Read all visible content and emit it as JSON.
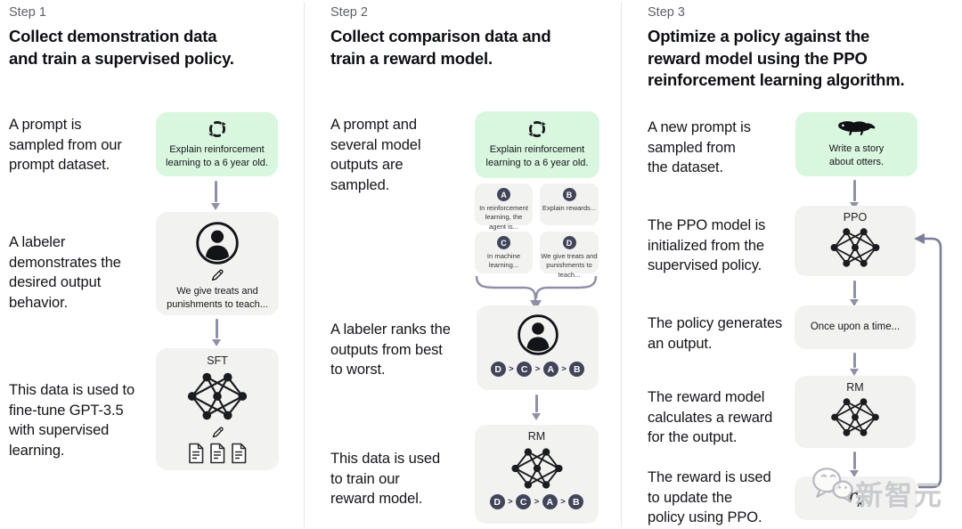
{
  "colors": {
    "prompt_box_green": "#d9f6df",
    "model_box_gray": "#f2f2f0",
    "badge_navy": "#42455a",
    "arrow_gray_purple": "#8f90a8",
    "divider_gray": "#e6e6e7",
    "watermark_gray": "#c7c8cd"
  },
  "icons": [
    "cycle-icon",
    "person-icon",
    "pen-icon",
    "network-icon",
    "document-icon",
    "otter-icon",
    "wechat-icon",
    "arrow-down-icon",
    "merge-brace-icon",
    "feedback-loop-icon"
  ],
  "step1": {
    "label": "Step 1",
    "title": "Collect demonstration data\nand train a supervised policy.",
    "row1_text": "A prompt is\nsampled from our\nprompt dataset.",
    "prompt_box": {
      "text": "Explain reinforcement\nlearning to a 6 year old."
    },
    "row2_text": "A labeler\ndemonstrates the\ndesired output\nbehavior.",
    "labeler_box": {
      "text": "We give treats and\npunishments to teach..."
    },
    "row3_text": "This data is used to\nfine-tune GPT-3.5\nwith supervised\nlearning.",
    "sft_box": {
      "model_label": "SFT"
    }
  },
  "step2": {
    "label": "Step 2",
    "title": "Collect comparison data and\ntrain a reward model.",
    "row1_text": "A prompt and\nseveral model\noutputs are\nsampled.",
    "prompt_box": {
      "text": "Explain reinforcement\nlearning to a 6 year old."
    },
    "outputs": [
      {
        "letter": "A",
        "text": "In reinforcement\nlearning, the\nagent is..."
      },
      {
        "letter": "B",
        "text": "Explain rewards..."
      },
      {
        "letter": "C",
        "text": "In machine\nlearning..."
      },
      {
        "letter": "D",
        "text": "We give treats and\npunishments to\nteach..."
      }
    ],
    "row2_text": "A labeler ranks the\noutputs from best\nto worst.",
    "ranking": {
      "order": [
        "D",
        "C",
        "A",
        "B"
      ],
      "separator": ">"
    },
    "row3_text": "This data is used\nto train our\nreward model.",
    "rm_box": {
      "model_label": "RM"
    }
  },
  "step3": {
    "label": "Step 3",
    "title": "Optimize a policy against the\nreward model using the PPO\nreinforcement learning algorithm.",
    "row1_text": "A new prompt is\nsampled from\nthe dataset.",
    "prompt_box": {
      "text": "Write a story\nabout otters."
    },
    "row2_text": "The PPO model is\ninitialized from the\nsupervised policy.",
    "ppo_box": {
      "model_label": "PPO"
    },
    "row3_text": "The policy generates\nan output.",
    "output_box": {
      "text": "Once upon a time..."
    },
    "row4_text": "The reward model\ncalculates a reward\nfor the output.",
    "rm_box": {
      "model_label": "RM"
    },
    "row5_text": "The reward is used\nto update the\npolicy using PPO.",
    "reward_box": {
      "value": "r",
      "subscript": "k"
    }
  },
  "watermark": {
    "text": "新智元"
  }
}
